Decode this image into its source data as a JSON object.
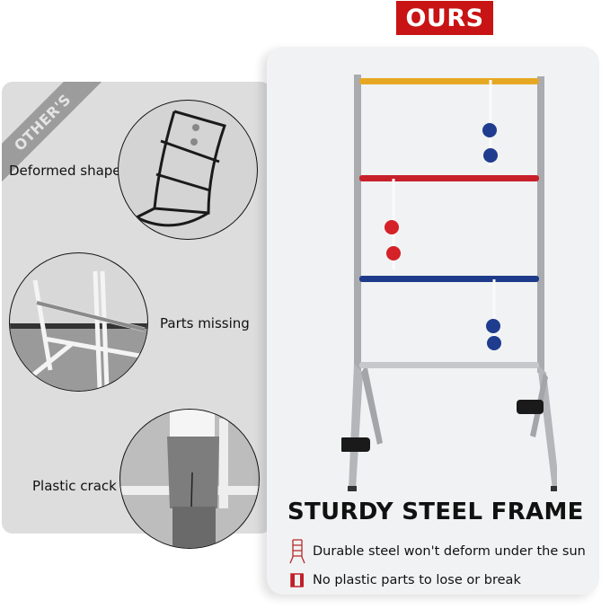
{
  "badge": {
    "label": "OURS",
    "color": "#c81414"
  },
  "others": {
    "ribbon_label": "OTHER'S",
    "issues": [
      {
        "label": "Deformed shape",
        "image": "bent-black-ladder-frame"
      },
      {
        "label": "Parts missing",
        "image": "white-pvc-frame-missing-parts"
      },
      {
        "label": "Plastic crack",
        "image": "cracked-plastic-connector"
      }
    ]
  },
  "ours": {
    "product_image": "ladder-toss-steel-frame-with-bolas",
    "rung_colors": {
      "top": "#e6a823",
      "middle": "#c8202a",
      "bottom": "#1e3a8a"
    },
    "headline": "STURDY STEEL FRAME",
    "features": [
      {
        "icon": "ladder-icon",
        "text": "Durable steel won't deform under the sun"
      },
      {
        "icon": "frame-icon",
        "text": "No plastic parts to lose or break"
      }
    ]
  }
}
